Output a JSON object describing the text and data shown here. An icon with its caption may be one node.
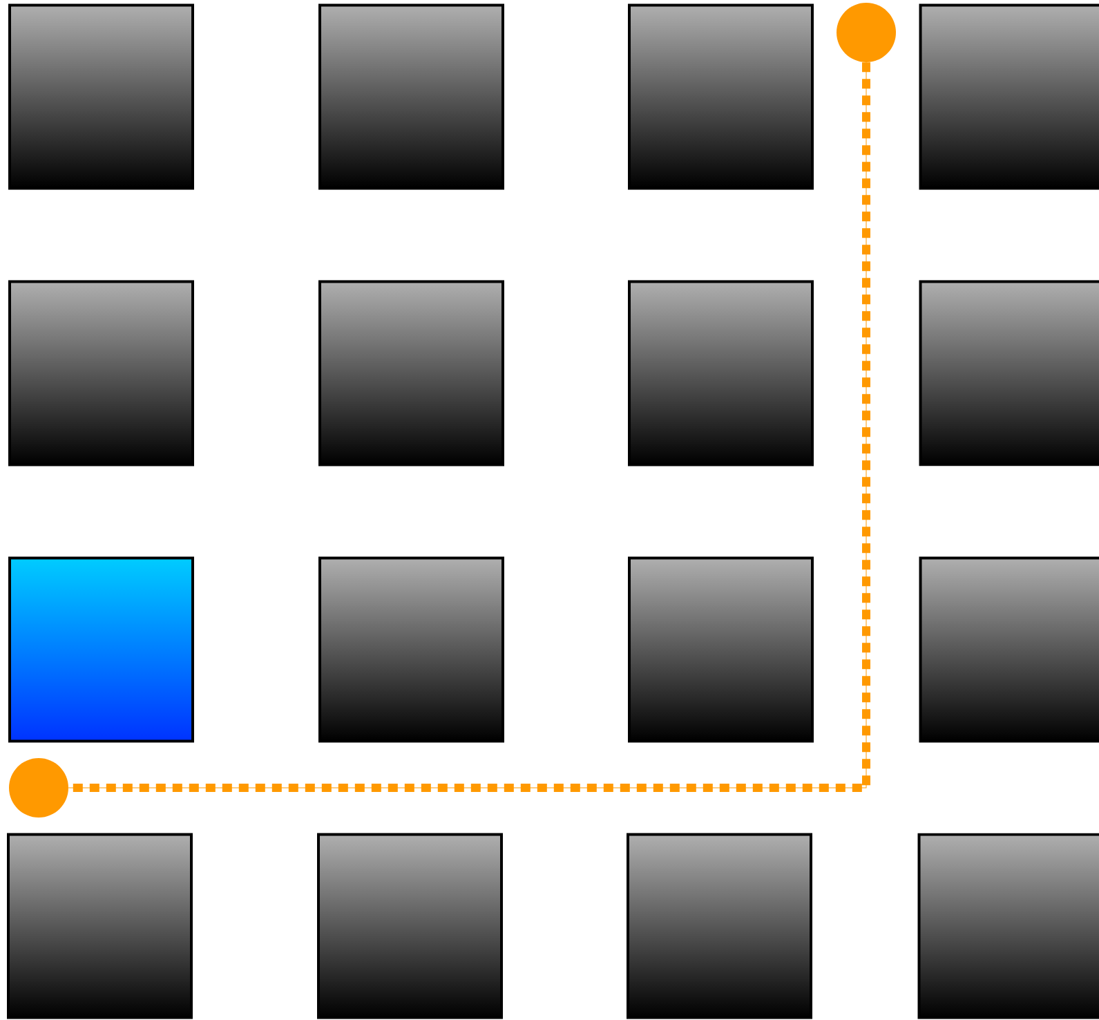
{
  "diagram": {
    "nodes": [
      {
        "text": [],
        "shape": "box"
      },
      {
        "text": [],
        "shape": "box"
      },
      {
        "text": [],
        "shape": "box"
      },
      {
        "text": [],
        "shape": "circle"
      },
      {
        "text": [],
        "shape": "box"
      },
      {
        "text": [],
        "shape": "box"
      },
      {
        "text": [],
        "shape": "box"
      },
      {
        "text": [],
        "shape": "box"
      },
      {
        "text": [],
        "shape": "box"
      },
      {
        "text": [],
        "shape": "box"
      },
      {
        "text": [],
        "shape": "box"
      },
      {
        "text": [],
        "shape": "box"
      },
      {
        "text": [],
        "shape": "box"
      },
      {
        "text": [],
        "shape": "circle"
      },
      {
        "text": [],
        "shape": "box"
      },
      {
        "text": [],
        "shape": "box"
      },
      {
        "text": [],
        "shape": "box"
      },
      {
        "text": [],
        "shape": "box"
      }
    ],
    "edges": [
      {
        "from": 3,
        "to": 13,
        "arrow": "none",
        "style": "dashed",
        "color": "#ff9900"
      }
    ]
  }
}
